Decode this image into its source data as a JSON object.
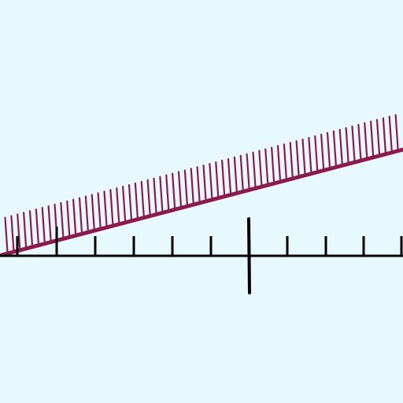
{
  "diagram": {
    "background_color": "#e8f9fd",
    "line_color": "#000000",
    "hatch_color": "#8b1a4e",
    "tick_count": 10,
    "major_tick_index": 1,
    "hatch_stroke_count": 64
  }
}
